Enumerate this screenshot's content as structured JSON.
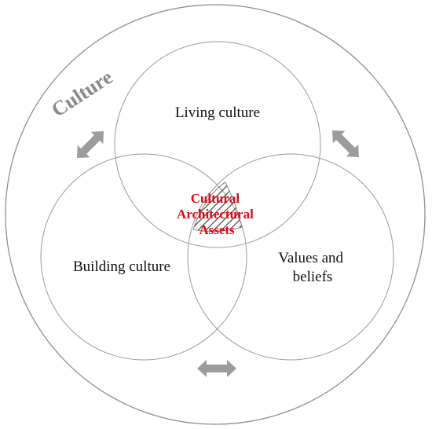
{
  "labels": {
    "outer": "Culture",
    "living": "Living culture",
    "building": "Building culture",
    "values_line1": "Values and",
    "values_line2": "beliefs",
    "center_line1": "Cultural",
    "center_line2": "Architectural",
    "center_line3": "Assets"
  },
  "icons": {
    "arrow_upper_left": "double-arrow-icon",
    "arrow_upper_right": "double-arrow-icon",
    "arrow_bottom": "double-arrow-icon",
    "center_hatch": "diagonal-hatch-pattern"
  },
  "colors": {
    "outline": "#8f8f8f",
    "arrow": "#9c9c9c",
    "outer_label": "#8a8a8a",
    "center_label": "#e30613",
    "text": "#111111",
    "hatch": "#3a3a3a"
  }
}
